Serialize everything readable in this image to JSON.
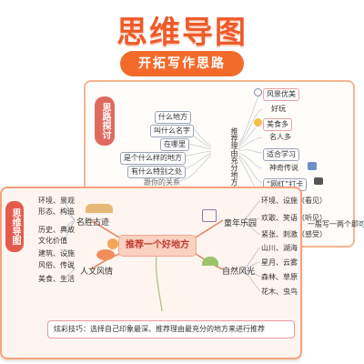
{
  "header": {
    "title": "思维导图",
    "subtitle": "开拓写作思路"
  },
  "back_card": {
    "tab": "思路探讨",
    "center": "推荐理由充分地方介绍清楚",
    "left_nodes": [
      "什么地方",
      "叫什么名字",
      "在哪里",
      "是个什么样的地方",
      "有什么特别之处",
      "跟你的关系"
    ],
    "right_nodes": [
      "风景优美",
      "好玩",
      "美食多",
      "名人多",
      "适合学习",
      "神奇传说",
      "“网红”打卡",
      "…"
    ],
    "side_note": "一般写一两个即可"
  },
  "front_card": {
    "tab": "思维导图",
    "topic": "推荐一个好地方",
    "branches": [
      {
        "label": "名胜古迹",
        "items": [
          "环境、景观",
          "形态、构造",
          "历史、典故",
          "文化价值"
        ]
      },
      {
        "label": "人文风情",
        "items": [
          "建筑、设施",
          "风俗、传说",
          "美食、生活"
        ]
      },
      {
        "label": "童年乐园",
        "items": [
          "环境、设施（看见）",
          "欢歌、笑语（听见）",
          "紧张、刺激（感受）"
        ]
      },
      {
        "label": "自然风光",
        "items": [
          "山川、湖海",
          "星月、云雾",
          "森林、草原",
          "花木、虫鸟"
        ]
      }
    ],
    "tip": "炫彩技巧：选择自己印象最深、推荐理由最充分的地方来进行推荐"
  },
  "colors": {
    "accent": "#ef5a2a",
    "card_border": "#f5a27d",
    "tab": "#e45b4e"
  }
}
